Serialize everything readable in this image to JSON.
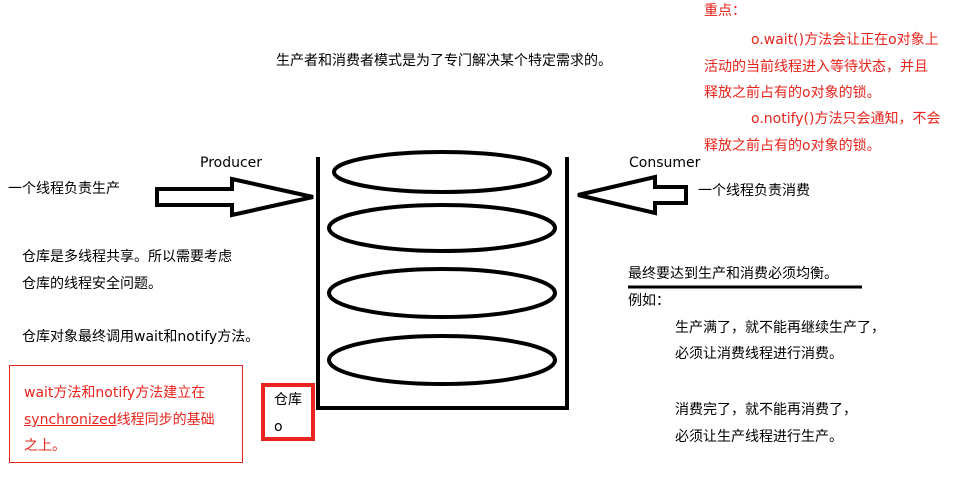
{
  "title": "生产者和消费者模式是为了专门解决某个特定需求的。",
  "key_points": {
    "heading": "重点：",
    "lines": [
      "o.wait()方法会让正在o对象上",
      "活动的当前线程进入等待状态，并且",
      "释放之前占有的o对象的锁。",
      "o.notify()方法只会通知，不会",
      "释放之前占有的o对象的锁。"
    ]
  },
  "producer": {
    "label": "Producer",
    "desc": "一个线程负责生产"
  },
  "consumer": {
    "label": "Consumer",
    "desc": "一个线程负责消费"
  },
  "warehouse_notes": {
    "share": [
      "仓库是多线程共享。所以需要考虑",
      "仓库的线程安全问题。"
    ],
    "methods": "仓库对象最终调用wait和notify方法。"
  },
  "sync_note": {
    "line1": "wait方法和notify方法建立在",
    "line2_underlined": "synchronized",
    "line2_rest": "线程同步的基础",
    "line3": "之上。"
  },
  "warehouse_label": {
    "line1": "仓库",
    "line2": "o"
  },
  "balance": {
    "heading": "最终要达到生产和消费必须均衡。",
    "example_label": "例如：",
    "case1": [
      "生产满了，就不能再继续生产了，",
      "必须让消费线程进行消费。"
    ],
    "case2": [
      "消费完了，就不能再消费了，",
      "必须让生产线程进行生产。"
    ]
  },
  "colors": {
    "accent_red": "#e8241c",
    "ink": "#000000"
  }
}
